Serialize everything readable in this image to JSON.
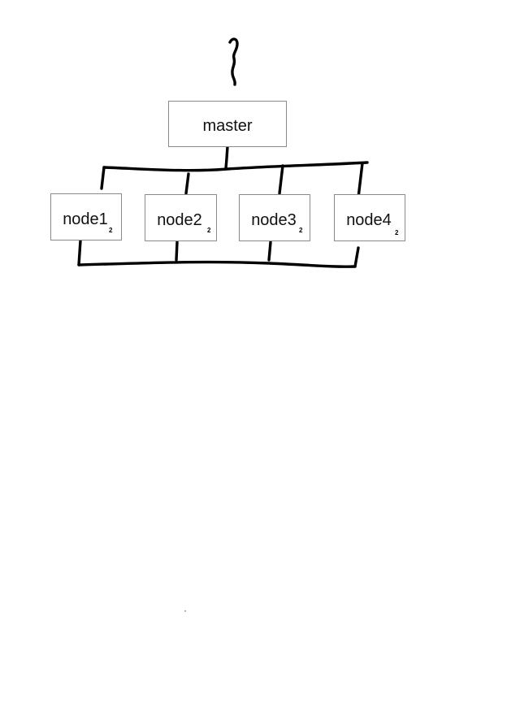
{
  "diagram": {
    "master": {
      "label": "master"
    },
    "nodes": [
      {
        "label": "node1",
        "mark": "2"
      },
      {
        "label": "node2",
        "mark": "2"
      },
      {
        "label": "node3",
        "mark": "2"
      },
      {
        "label": "node4",
        "mark": "2"
      }
    ]
  }
}
